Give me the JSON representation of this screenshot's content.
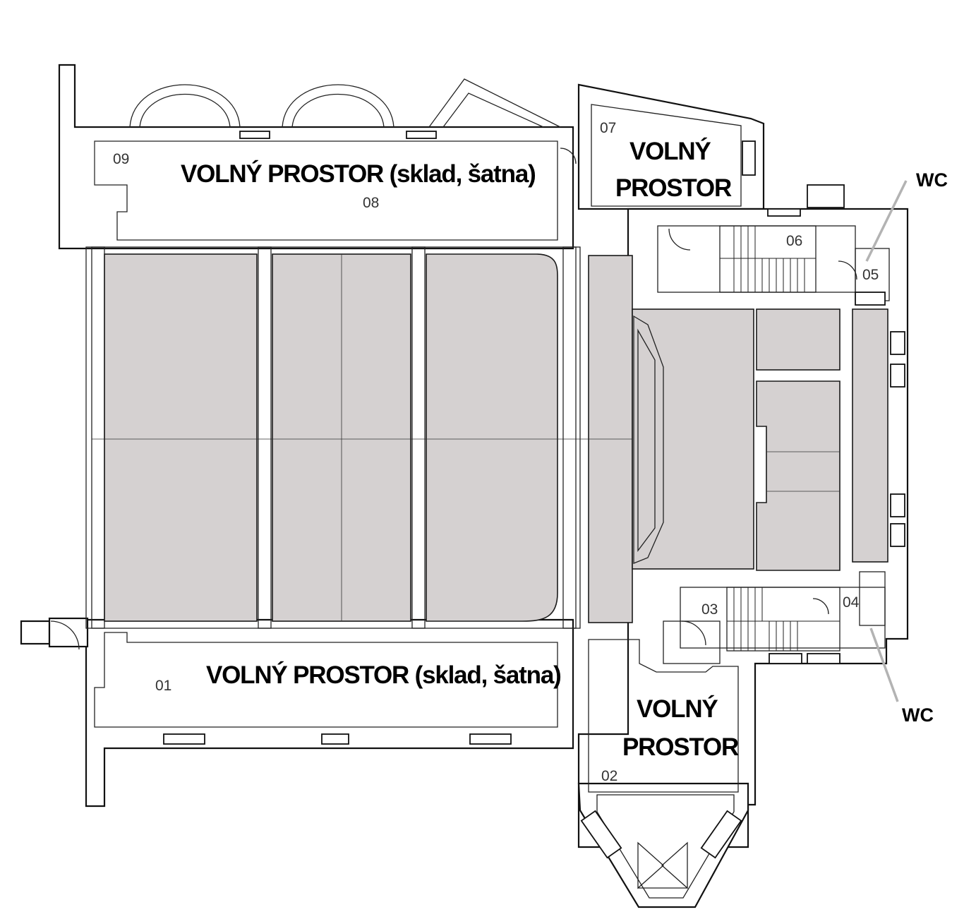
{
  "rooms": {
    "r01": {
      "number": "01",
      "label": "VOLNÝ PROSTOR (sklad, šatna)"
    },
    "r02": {
      "number": "02",
      "label_line1": "VOLNÝ",
      "label_line2": "PROSTOR"
    },
    "r03": {
      "number": "03"
    },
    "r04": {
      "number": "04"
    },
    "r05": {
      "number": "05"
    },
    "r06": {
      "number": "06"
    },
    "r07": {
      "number": "07",
      "label_line1": "VOLNÝ",
      "label_line2": "PROSTOR"
    },
    "r08": {
      "number": "08",
      "label": "VOLNÝ PROSTOR (sklad, šatna)"
    },
    "r09": {
      "number": "09"
    }
  },
  "wc_labels": {
    "top": "WC",
    "bottom": "WC"
  },
  "colors": {
    "hall_fill": "#d5d1d1",
    "wall": "#111111",
    "leader": "#b3b3b3"
  }
}
